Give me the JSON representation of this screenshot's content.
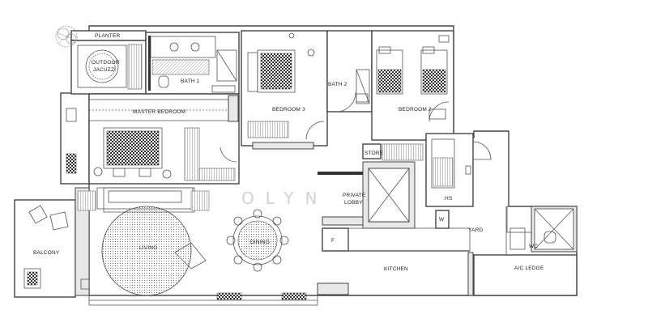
{
  "rooms": {
    "planter": "PLANTER",
    "outdoor_jacuzzi_line1": "OUTDOOR",
    "outdoor_jacuzzi_line2": "JACUZZI",
    "bath1": "BATH 1",
    "master_bedroom": "MASTER BEDROOM",
    "bedroom3": "BEDROOM 3",
    "bath2": "BATH 2",
    "bedroom2": "BEDROOM 2",
    "store": "STORE",
    "private_lobby_line1": "PRIVATE",
    "private_lobby_line2": "LOBBY",
    "hs": "HS",
    "w": "W",
    "yard": "YARD",
    "f": "F",
    "balcony": "BALCONY",
    "living": "LIVING",
    "dining": "DINING",
    "kitchen": "KITCHEN",
    "wc": "WC",
    "ac_ledge": "A/C LEDGE"
  },
  "watermark": "OLYN"
}
